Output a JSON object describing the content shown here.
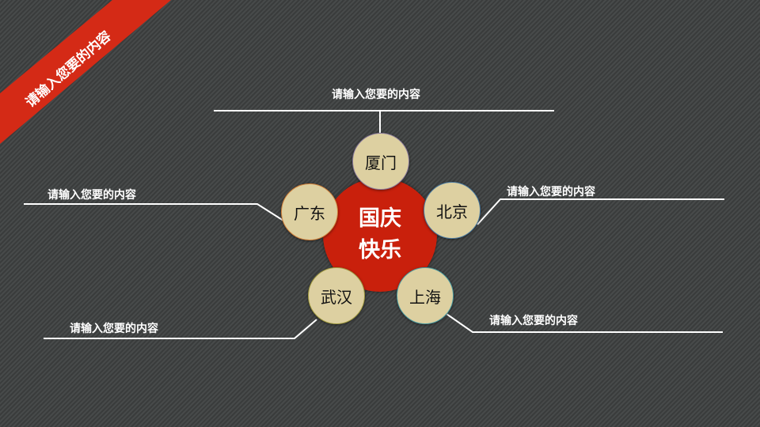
{
  "banner": {
    "text": "请输入您要的内容"
  },
  "center": {
    "line1": "国庆",
    "line2": "快乐"
  },
  "nodes": {
    "top": "厦门",
    "right": "北京",
    "bottom_right": "上海",
    "bottom_left": "武汉",
    "left": "广东"
  },
  "labels": {
    "top": "请输入您要的内容",
    "right": "请输入您要的内容",
    "bottom_right": "请输入您要的内容",
    "bottom_left": "请输入您要的内容",
    "left": "请输入您要的内容"
  },
  "colors": {
    "accent": "#d42a16",
    "center": "#c9200c",
    "node": "#ddd0a1"
  }
}
